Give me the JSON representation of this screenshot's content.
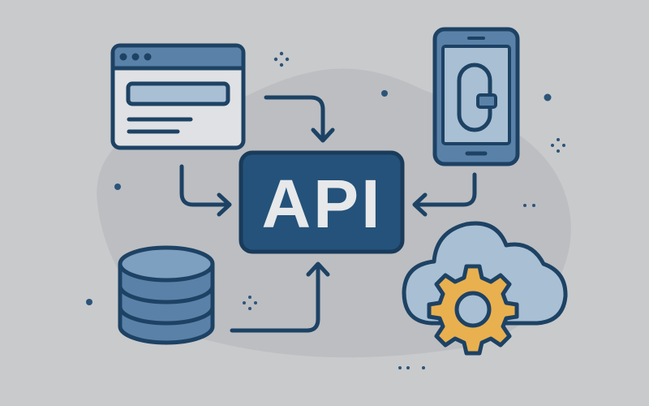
{
  "center": {
    "label": "API"
  },
  "nodes": [
    {
      "name": "browser-window",
      "icon": "browser-window-icon"
    },
    {
      "name": "mobile-phone",
      "icon": "smartphone-icon"
    },
    {
      "name": "database",
      "icon": "database-icon"
    },
    {
      "name": "cloud-service",
      "icon": "cloud-gear-icon"
    }
  ],
  "colors": {
    "background": "#c9cacc",
    "blob": "#bcbec2",
    "navy": "#1d4264",
    "api_box": "#24527a",
    "mid_blue": "#5a82a8",
    "light_blue": "#a9bfd3",
    "panel": "#dfe1e4",
    "gear": "#e9b04f",
    "api_text": "#e6e8ea"
  }
}
